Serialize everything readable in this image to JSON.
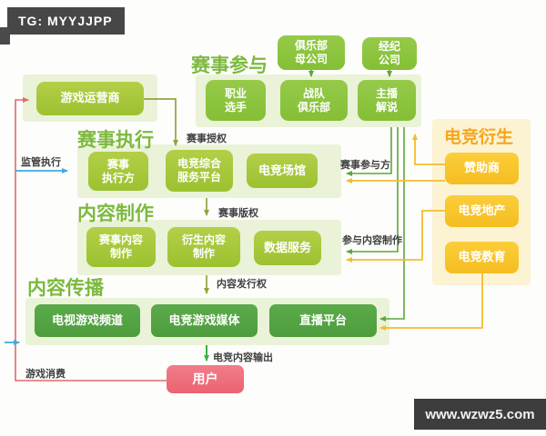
{
  "header": {
    "badge": "TG: MYYJJPP"
  },
  "footer": {
    "watermark": "www.wzwz5.com"
  },
  "diagram": {
    "operator": {
      "node": "游戏运营商"
    },
    "participation": {
      "title": "赛事参与",
      "upstream": [
        "俱乐部\n母公司",
        "经纪\n公司"
      ],
      "nodes": [
        "职业\n选手",
        "战队\n俱乐部",
        "主播\n解说"
      ]
    },
    "execution": {
      "title": "赛事执行",
      "nodes": [
        "赛事\n执行方",
        "电竞综合\n服务平台",
        "电竞场馆"
      ]
    },
    "production": {
      "title": "内容制作",
      "nodes": [
        "赛事内容\n制作",
        "衍生内容\n制作",
        "数据服务"
      ]
    },
    "distribution": {
      "title": "内容传播",
      "nodes": [
        "电视游戏频道",
        "电竞游戏媒体",
        "直播平台"
      ]
    },
    "derivative": {
      "title": "电竞衍生",
      "nodes": [
        "赞助商",
        "电竞地产",
        "电竞教育"
      ]
    },
    "user": {
      "node": "用户"
    },
    "edge_labels": {
      "regulation": "监管执行",
      "event_authorization": "赛事授权",
      "event_participants": "赛事参与方",
      "event_copyright": "赛事版权",
      "join_content_production": "参与内容制作",
      "content_distribution_right": "内容发行权",
      "esports_content_output": "电竞内容输出",
      "game_consumption": "游戏消费"
    },
    "colors": {
      "section_bg_green": "#eaf2d8",
      "section_bg_yellow": "#fcf3d3",
      "node_yellow_green": "#a6c63c",
      "node_green": "#8dc441",
      "node_dark_green": "#55a444",
      "node_yellow": "#f8c52d",
      "node_red": "#ee6e7b",
      "title_green": "#7db93e",
      "title_orange": "#f7a51d",
      "wire_green": "#5fa63c",
      "wire_yellow": "#f4bc2d",
      "wire_olive": "#93a23f",
      "wire_blue": "#3fa9dd",
      "wire_red": "#e16a6a"
    }
  }
}
